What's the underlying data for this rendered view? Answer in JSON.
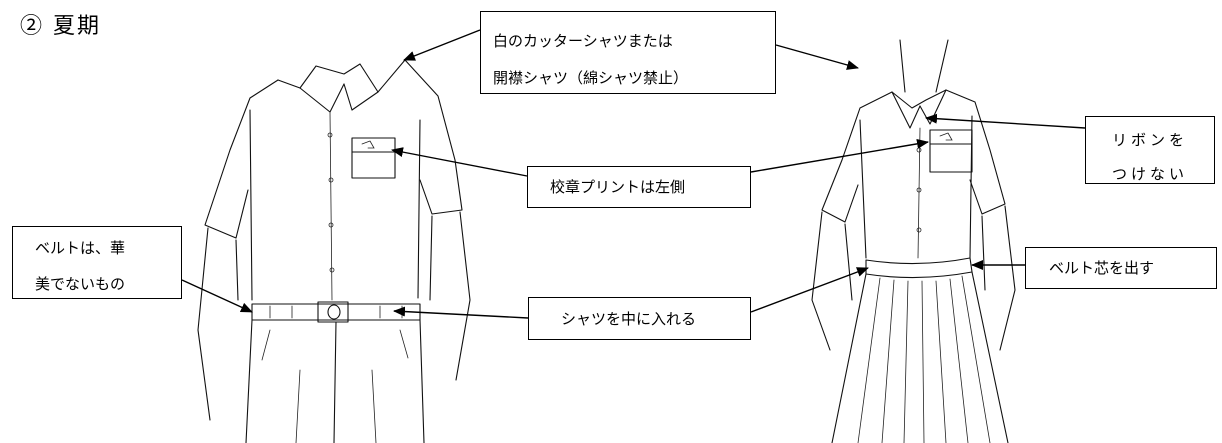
{
  "heading": "② 夏期",
  "callouts": {
    "shirt": {
      "line1": "白のカッターシャツまたは",
      "line2": "開襟シャツ（綿シャツ禁止）"
    },
    "ribbon": {
      "line1": "リボンを",
      "line2": "つけない"
    },
    "crest": {
      "text": "校章プリントは左側"
    },
    "belt_left": {
      "line1": "ベルトは、華",
      "line2": "美でないもの"
    },
    "tuck": {
      "text": "シャツを中に入れる"
    },
    "belt_core": {
      "text": "ベルト芯を出す"
    }
  },
  "figures": {
    "left": "male-student-summer-uniform",
    "right": "female-student-summer-uniform"
  }
}
